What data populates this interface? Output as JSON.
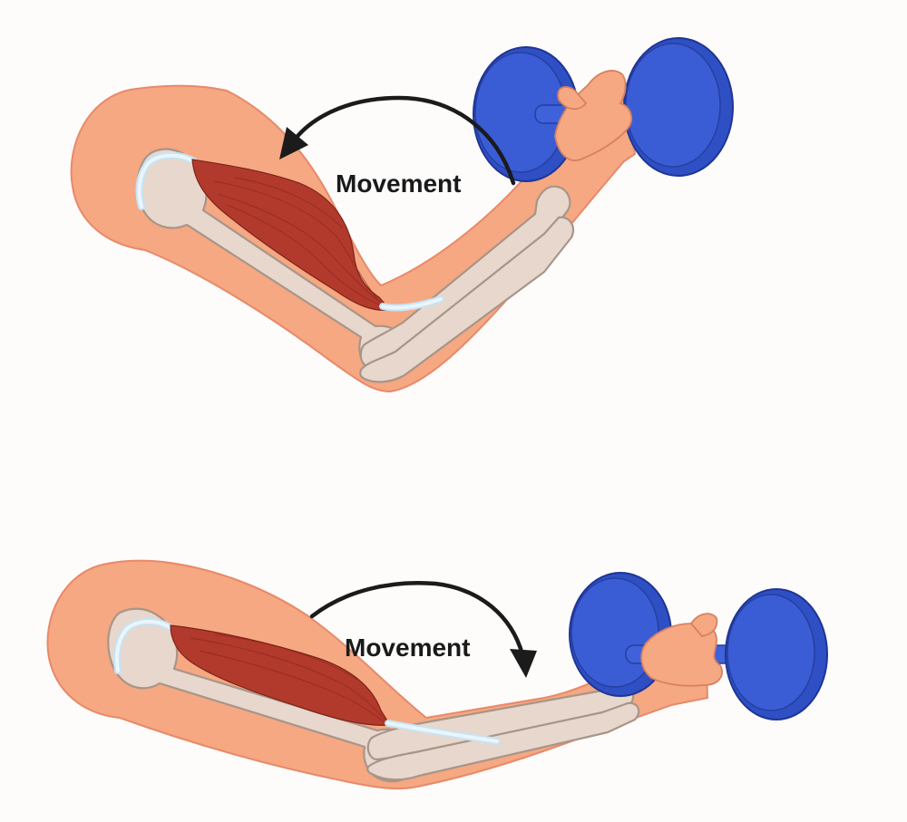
{
  "panels": [
    {
      "id": "flexed",
      "movement_label": "Movement"
    },
    {
      "id": "extended",
      "movement_label": "Movement"
    }
  ],
  "colors": {
    "skin": "#f5a882",
    "bone": "#e8d7cc",
    "muscle": "#b23a2c",
    "tendon": "#c8e3f3",
    "dumbbell": "#2f4fc4",
    "arrow": "#1b1b1b"
  }
}
